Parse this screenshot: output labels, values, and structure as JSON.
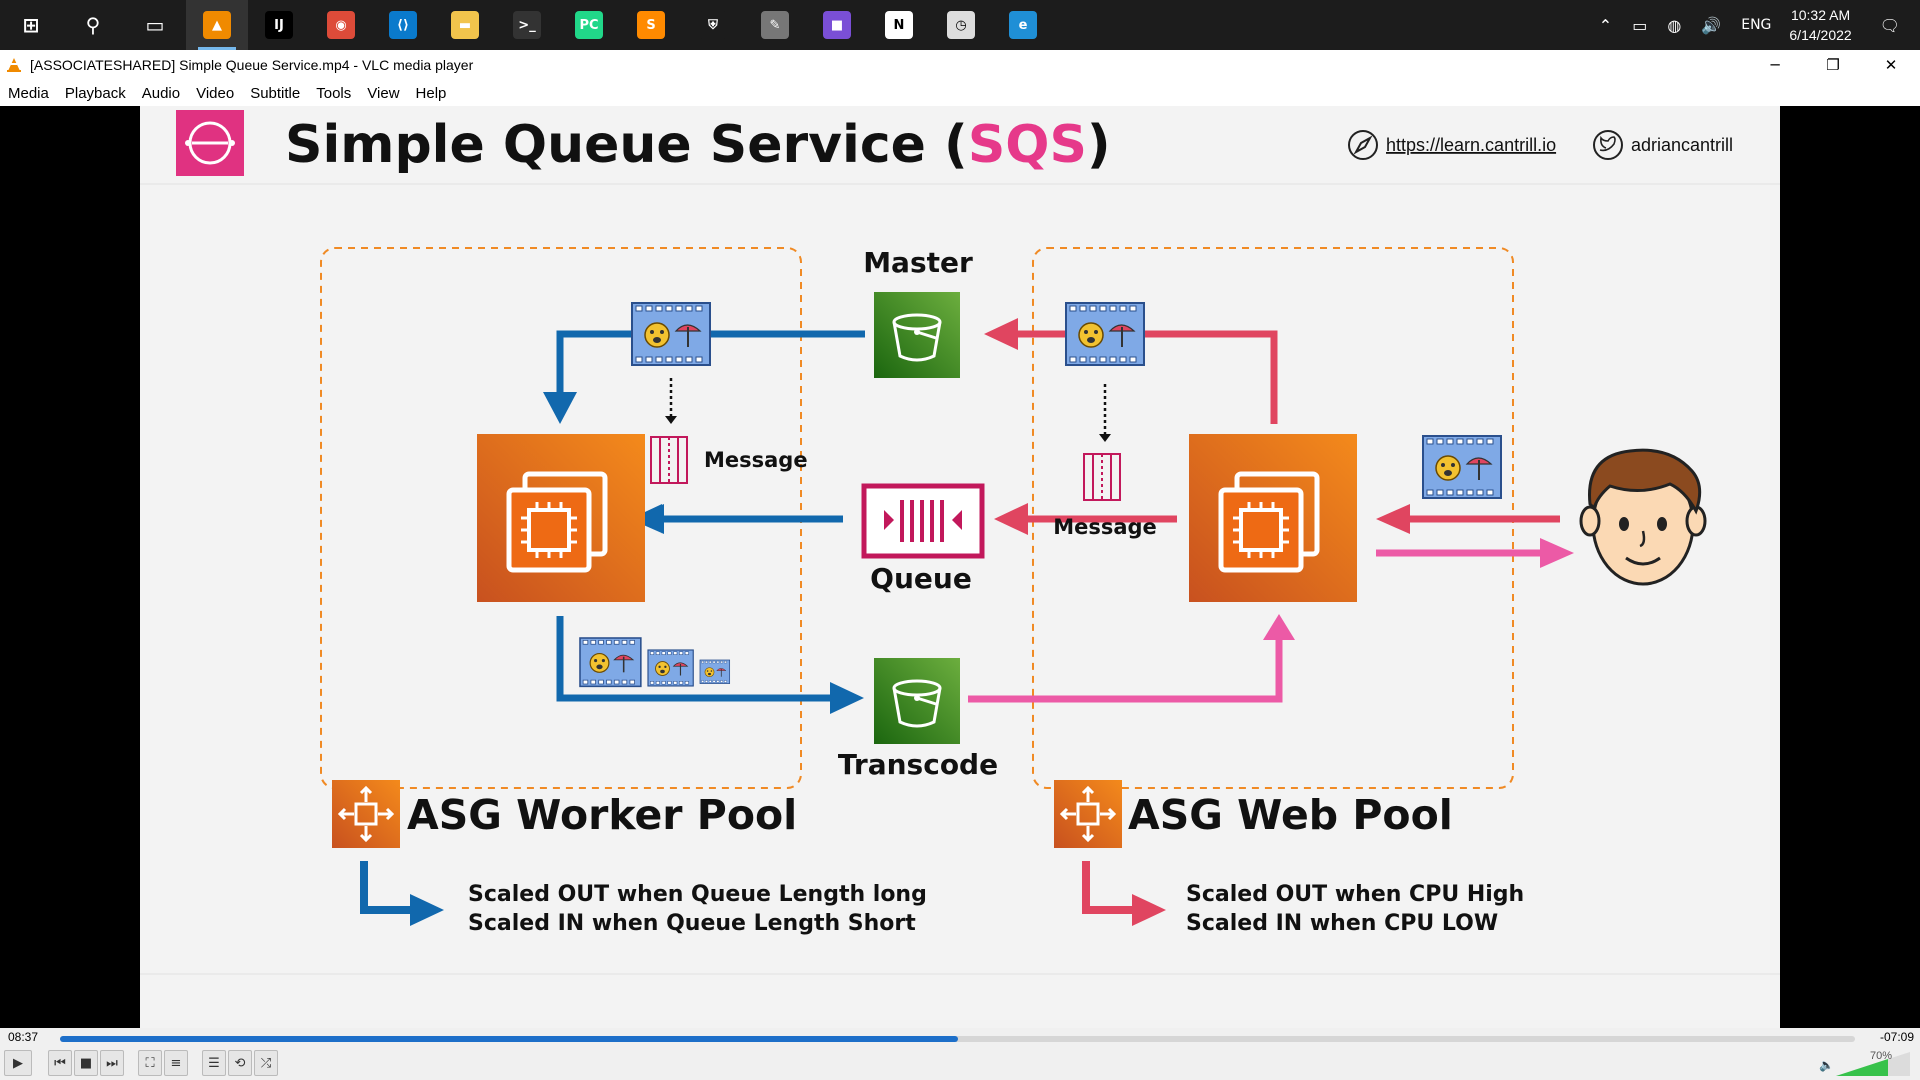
{
  "taskbar": {
    "apps": [
      {
        "name": "start-icon",
        "glyph": "⊞",
        "color": "#1c1c1c"
      },
      {
        "name": "search-icon",
        "glyph": "⚲",
        "color": "#1c1c1c"
      },
      {
        "name": "task-view-icon",
        "glyph": "▭",
        "color": "#1c1c1c"
      },
      {
        "name": "vlc-icon",
        "glyph": "▲",
        "color": "#f08a00",
        "active": true
      },
      {
        "name": "intellij-icon",
        "glyph": "IJ",
        "color": "#000"
      },
      {
        "name": "chrome-icon",
        "glyph": "◉",
        "color": "#dd4b39"
      },
      {
        "name": "vscode-icon",
        "glyph": "⟨⟩",
        "color": "#0a7acc"
      },
      {
        "name": "file-explorer-icon",
        "glyph": "▬",
        "color": "#f2c44c"
      },
      {
        "name": "terminal-icon",
        "glyph": ">_",
        "color": "#333"
      },
      {
        "name": "pycharm-icon",
        "glyph": "PC",
        "color": "#21d789"
      },
      {
        "name": "sublime-icon",
        "glyph": "S",
        "color": "#ff8a00"
      },
      {
        "name": "security-icon",
        "glyph": "⛨",
        "color": "#1c1c1c"
      },
      {
        "name": "notes-icon",
        "glyph": "✎",
        "color": "#777"
      },
      {
        "name": "store-icon",
        "glyph": "■",
        "color": "#7a4fd6"
      },
      {
        "name": "notion-icon",
        "glyph": "N",
        "color": "#fff"
      },
      {
        "name": "clock-app-icon",
        "glyph": "◷",
        "color": "#ddd"
      },
      {
        "name": "edge-icon",
        "glyph": "e",
        "color": "#1f8fd6"
      }
    ],
    "tray": {
      "lang": "ENG",
      "time": "10:32 AM",
      "date": "6/14/2022"
    }
  },
  "window": {
    "title": "[ASSOCIATESHARED] Simple Queue Service.mp4 - VLC media player",
    "menu": [
      "Media",
      "Playback",
      "Audio",
      "Video",
      "Subtitle",
      "Tools",
      "View",
      "Help"
    ]
  },
  "slide": {
    "title_main": "Simple Queue Service (",
    "title_accent": "SQS",
    "title_close": ")",
    "link": "https://learn.cantrill.io",
    "handle": "adriancantrill",
    "labels": {
      "master": "Master",
      "queue": "Queue",
      "transcode": "Transcode",
      "message_left": "Message",
      "message_right": "Message",
      "worker_pool": "ASG Worker Pool",
      "web_pool": "ASG Web Pool",
      "worker_note_1": "Scaled OUT when Queue Length long",
      "worker_note_2": "Scaled IN when Queue Length Short",
      "web_note_1": "Scaled OUT when CPU High",
      "web_note_2": "Scaled IN when CPU LOW"
    },
    "colors": {
      "accent": "#e6398a",
      "blue": "#1168ad",
      "red": "#e04560",
      "pink": "#ec5aa6",
      "orange": "#e8590c",
      "green": "#3f8624"
    }
  },
  "player": {
    "elapsed": "08:37",
    "remaining": "-07:09",
    "progress": 0.5,
    "volume": "70%"
  }
}
